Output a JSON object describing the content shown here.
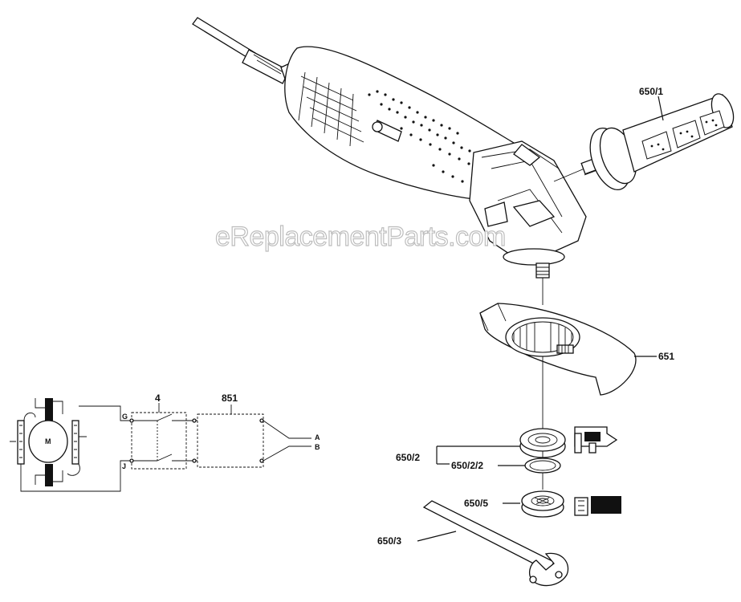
{
  "watermark": "eReplacementParts.com",
  "labels": {
    "handle": "650/1",
    "guard": "651",
    "flange_group": "650/2",
    "flange_ring": "650/2/2",
    "lock_nut": "650/5",
    "spanner": "650/3"
  },
  "schematic": {
    "motor": "M",
    "switch": "4",
    "suppressor": "851",
    "terminal_g": "G",
    "terminal_j": "J",
    "output_a": "A",
    "output_b": "B"
  },
  "colors": {
    "ink": "#111111",
    "watermark": "#bdbdbd",
    "background": "#ffffff"
  }
}
